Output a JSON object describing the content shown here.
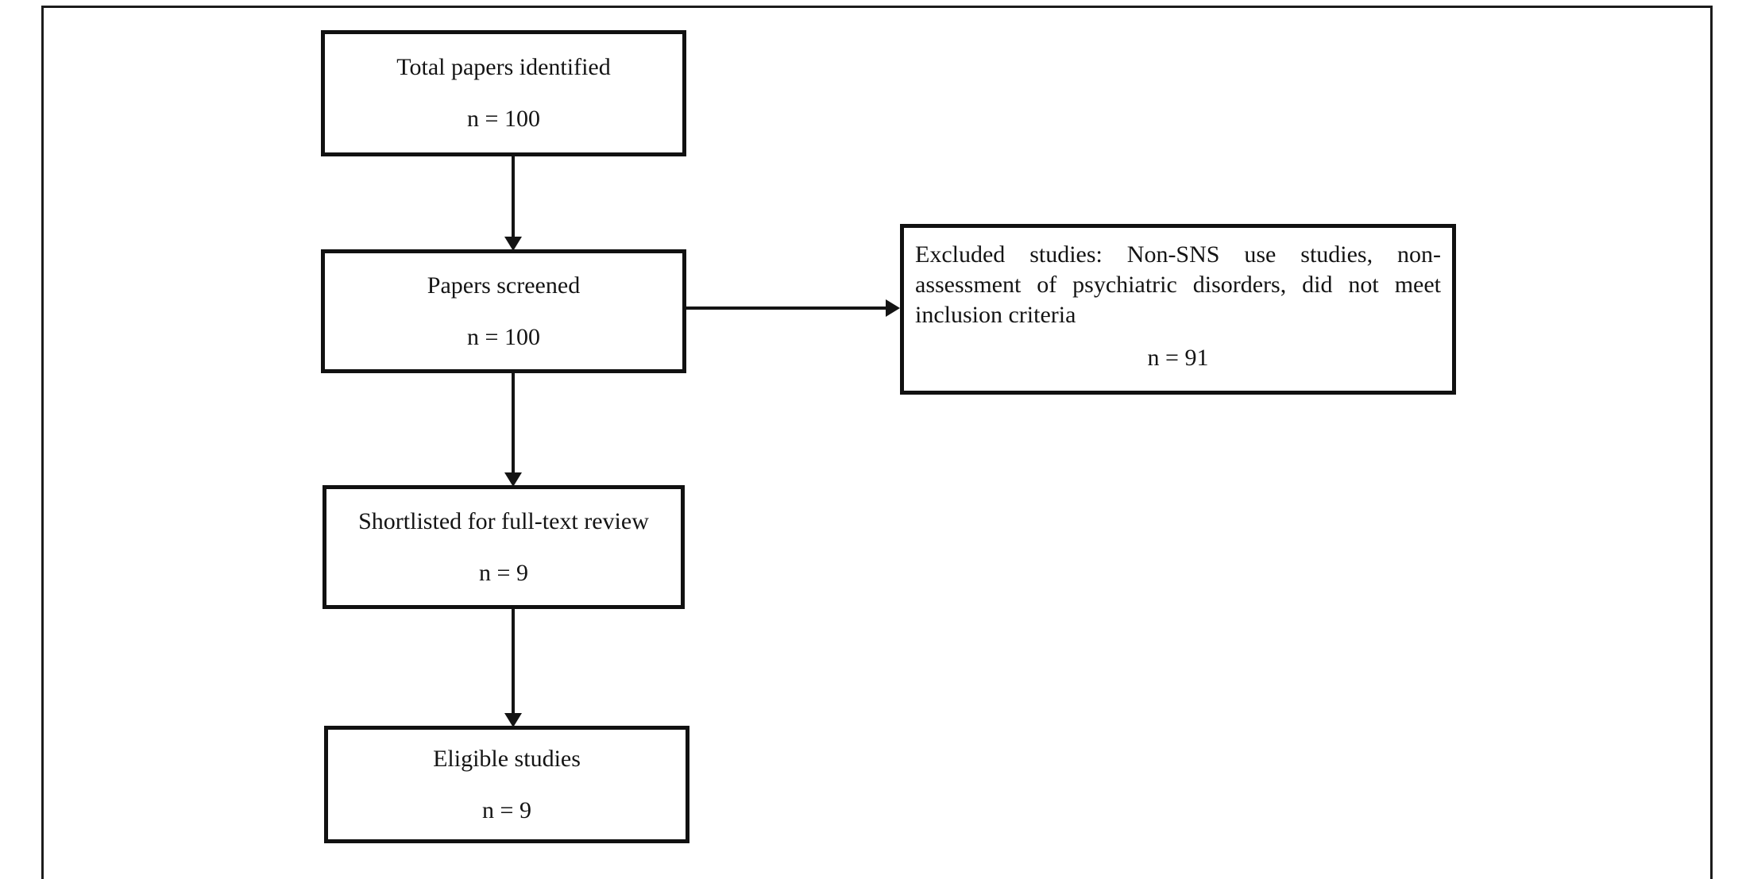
{
  "page": {
    "background_color": "#ffffff",
    "ink_color": "#141414",
    "kind": "study-selection-flow-diagram"
  },
  "flowchart": {
    "boxes": [
      {
        "id": "total",
        "label": "Total papers identified",
        "count": "n = 100"
      },
      {
        "id": "screened",
        "label": "Papers screened",
        "count": "n = 100"
      },
      {
        "id": "shortlisted",
        "label": "Shortlisted for full-text review",
        "count": "n = 9"
      },
      {
        "id": "eligible",
        "label": "Eligible studies",
        "count": "n = 9"
      }
    ],
    "excluded_box": {
      "lines": [
        "Excluded studies: Non-SNS use studies, non-",
        "assessment of psychiatric disorders, did not meet",
        "inclusion criteria"
      ],
      "count": "n = 91"
    },
    "arrows": [
      {
        "id": "identified-to-screened",
        "direction": "down"
      },
      {
        "id": "screened-to-excluded",
        "direction": "right"
      },
      {
        "id": "screened-to-shortlisted",
        "direction": "down"
      },
      {
        "id": "shortlisted-to-eligible",
        "direction": "down"
      }
    ]
  }
}
